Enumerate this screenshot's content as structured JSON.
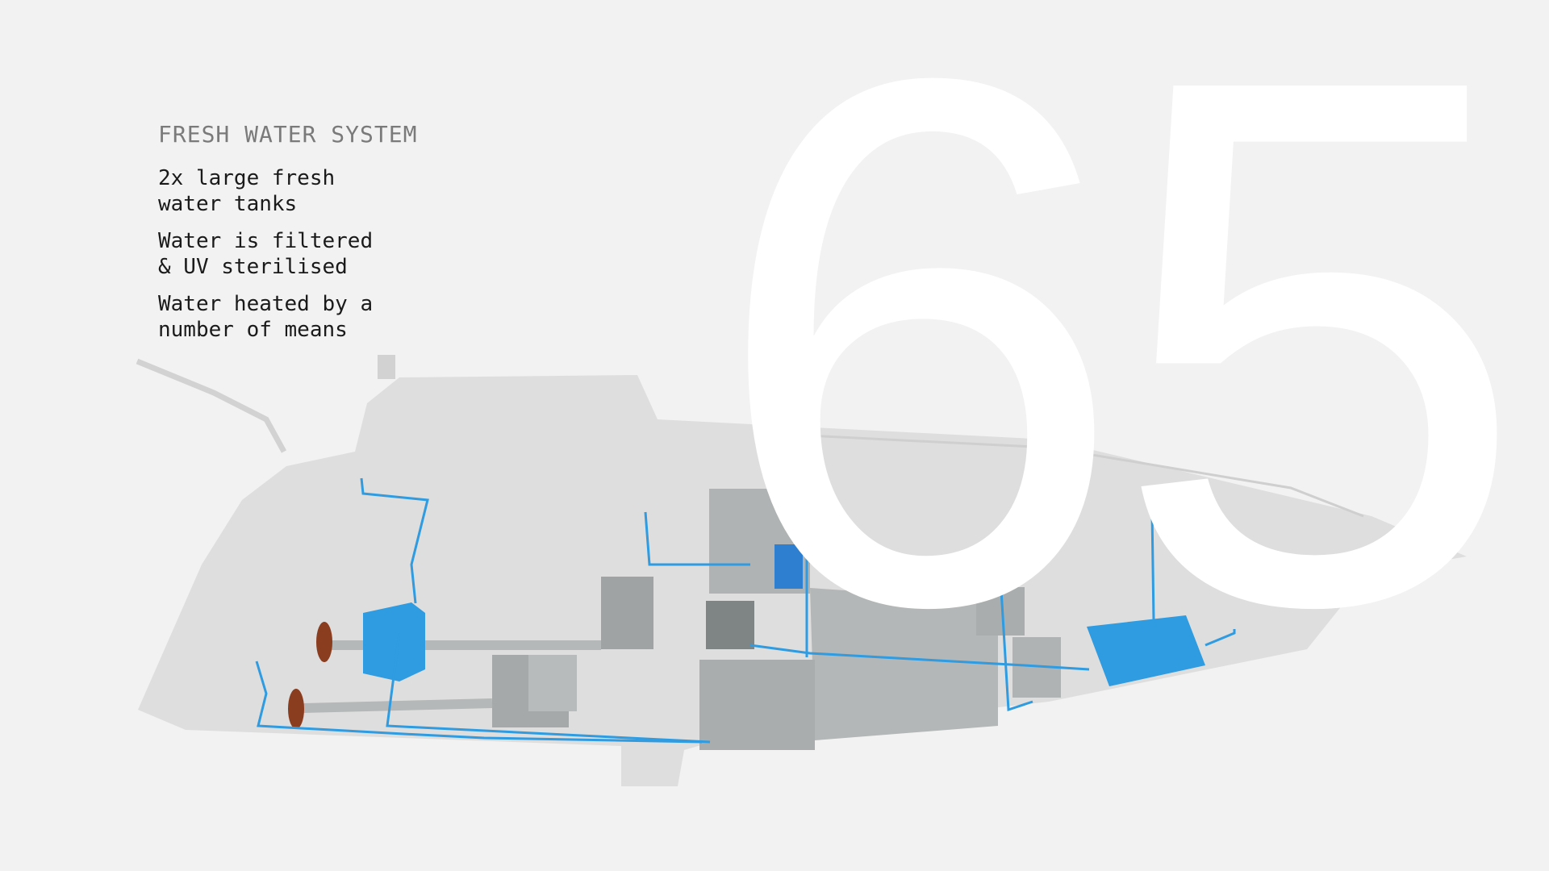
{
  "header": {
    "title": "FRESH WATER SYSTEM",
    "model_number": "65"
  },
  "features": [
    {
      "text": "2x large fresh\nwater tanks"
    },
    {
      "text": "Water is filtered\n& UV sterilised"
    },
    {
      "text": "Water heated by a\nnumber of means"
    }
  ],
  "colors": {
    "background": "#f2f2f2",
    "hull": "#dcdcdc",
    "machinery": "#a9adad",
    "water": "#2f9be0",
    "propeller": "#8a3d1f"
  }
}
